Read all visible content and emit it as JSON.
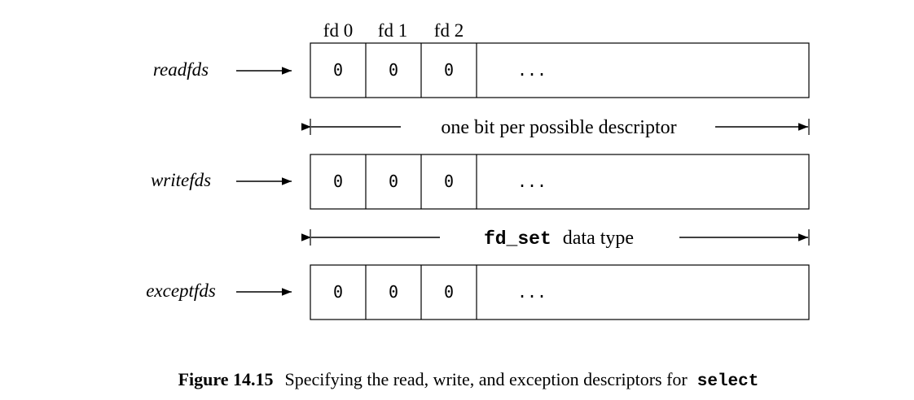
{
  "columns": [
    "fd 0",
    "fd 1",
    "fd 2"
  ],
  "rows": [
    {
      "label": "readfds",
      "bits": [
        "0",
        "0",
        "0"
      ],
      "ellipsis": "..."
    },
    {
      "label": "writefds",
      "bits": [
        "0",
        "0",
        "0"
      ],
      "ellipsis": "..."
    },
    {
      "label": "exceptfds",
      "bits": [
        "0",
        "0",
        "0"
      ],
      "ellipsis": "..."
    }
  ],
  "spans": [
    {
      "text": "one bit per possible descriptor"
    },
    {
      "code": "fd_set",
      "text": "data type"
    }
  ],
  "caption": {
    "number": "Figure 14.15",
    "text": "Specifying the read, write, and exception descriptors for",
    "code": "select"
  },
  "colors": {
    "ink": "#000000",
    "background": "#ffffff"
  }
}
